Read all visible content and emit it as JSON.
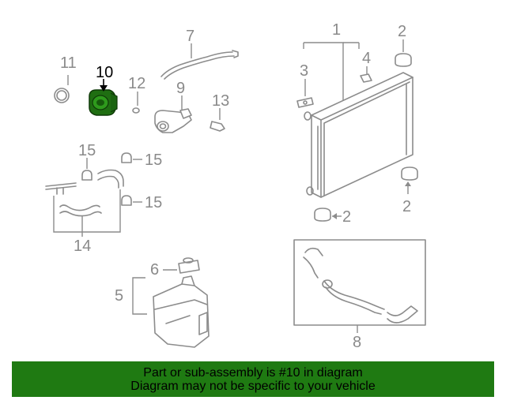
{
  "diagram": {
    "highlighted_part": "10",
    "highlight_color": "#1f7a12",
    "labels": {
      "p1": "1",
      "p2a": "2",
      "p2b": "2",
      "p2c": "2",
      "p3": "3",
      "p4": "4",
      "p5": "5",
      "p6": "6",
      "p7": "7",
      "p8": "8",
      "p9": "9",
      "p10": "10",
      "p11": "11",
      "p12": "12",
      "p13": "13",
      "p14": "14",
      "p15a": "15",
      "p15b": "15",
      "p15c": "15"
    }
  },
  "banner": {
    "line1": "Part or sub-assembly is #10 in diagram",
    "line2": "Diagram may not be specific to your vehicle",
    "background": "#1f7a12"
  }
}
